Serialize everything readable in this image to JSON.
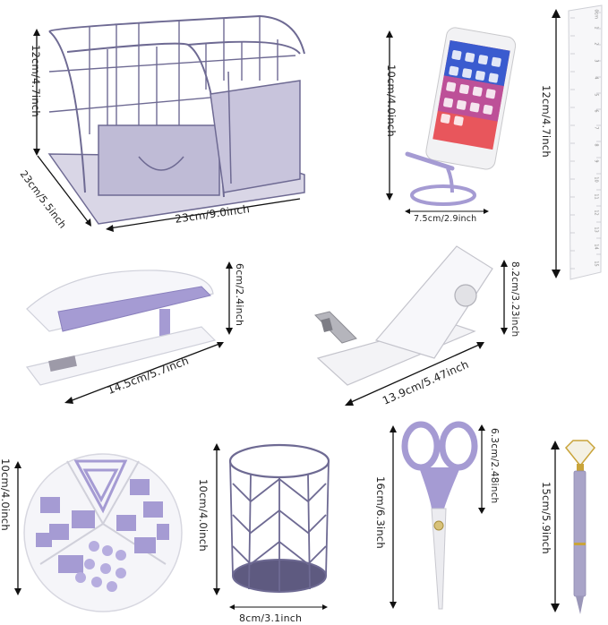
{
  "colors": {
    "lavender": "#a59bd3",
    "lavender_dark": "#7d73b0",
    "wire": "#6e6a93",
    "gold": "#c9a43a",
    "arrow": "#111111"
  },
  "products": [
    {
      "name": "desk-organizer",
      "labels": {
        "height": "12cm/4.7inch",
        "depth": "23cm/5.5inch",
        "width": "23cm/9.0inch"
      }
    },
    {
      "name": "phone-stand",
      "labels": {
        "height": "10cm/4.0inch",
        "width": "7.5cm/2.9inch"
      }
    },
    {
      "name": "ruler",
      "labels": {
        "length": "12cm/4.7inch"
      },
      "ticks": [
        "0cm",
        "1",
        "2",
        "3",
        "4",
        "5",
        "6",
        "7",
        "8",
        "9",
        "10",
        "11",
        "12",
        "13",
        "14",
        "15"
      ]
    },
    {
      "name": "stapler",
      "labels": {
        "height": "6cm/2.4inch",
        "length": "14.5cm/5.7inch"
      }
    },
    {
      "name": "tape-dispenser",
      "labels": {
        "height": "8.2cm/3.23inch",
        "length": "13.9cm/5.47inch"
      }
    },
    {
      "name": "clip-set",
      "labels": {
        "height": "10cm/4.0inch"
      }
    },
    {
      "name": "pen-holder",
      "labels": {
        "height": "10cm/4.0inch",
        "width": "8cm/3.1inch"
      }
    },
    {
      "name": "scissors",
      "labels": {
        "length": "16cm/6.3inch",
        "handle": "6.3cm/2.48inch"
      }
    },
    {
      "name": "pen",
      "labels": {
        "length": "15cm/5.9inch"
      }
    }
  ]
}
